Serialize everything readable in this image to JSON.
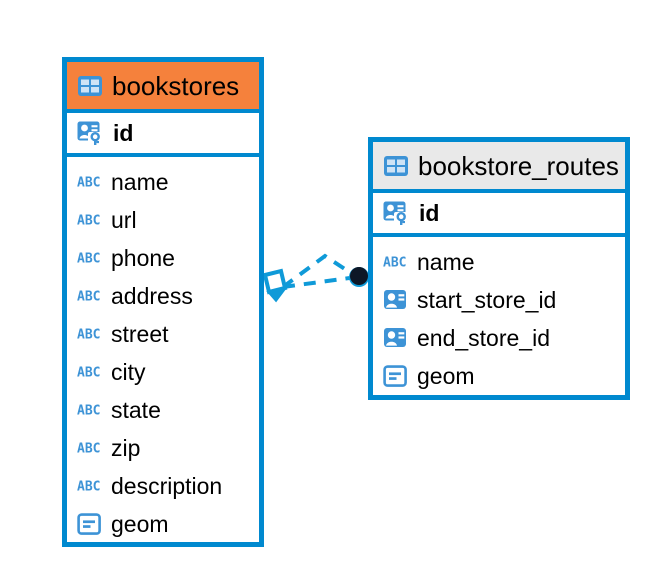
{
  "diagram": {
    "type": "entity-relationship-diagram",
    "background_color": "#ffffff",
    "accent_color": "#0089cf",
    "highlight_color": "#f5813c",
    "header_plain_color": "#e9e9e9",
    "icon_color": "#3d93d6"
  },
  "entities": [
    {
      "name": "bookstores",
      "header_style": "accent",
      "icon": "table-icon",
      "primary_key": {
        "label": "id",
        "icon": "key-card-icon"
      },
      "fields": [
        {
          "label": "name",
          "icon": "abc-icon"
        },
        {
          "label": "url",
          "icon": "abc-icon"
        },
        {
          "label": "phone",
          "icon": "abc-icon"
        },
        {
          "label": "address",
          "icon": "abc-icon"
        },
        {
          "label": "street",
          "icon": "abc-icon"
        },
        {
          "label": "city",
          "icon": "abc-icon"
        },
        {
          "label": "state",
          "icon": "abc-icon"
        },
        {
          "label": "zip",
          "icon": "abc-icon"
        },
        {
          "label": "description",
          "icon": "abc-icon"
        },
        {
          "label": "geom",
          "icon": "geometry-icon"
        }
      ]
    },
    {
      "name": "bookstore_routes",
      "header_style": "plain",
      "icon": "table-icon",
      "primary_key": {
        "label": "id",
        "icon": "key-card-icon"
      },
      "fields": [
        {
          "label": "name",
          "icon": "abc-icon"
        },
        {
          "label": "start_store_id",
          "icon": "card-icon"
        },
        {
          "label": "end_store_id",
          "icon": "card-icon"
        },
        {
          "label": "geom",
          "icon": "geometry-icon"
        }
      ]
    }
  ],
  "relationship": {
    "style": "dashed",
    "color": "#0f9ad8",
    "source_marker": "diamond-arrow-marker",
    "target_marker": "filled-circle-marker",
    "branches": 2
  }
}
